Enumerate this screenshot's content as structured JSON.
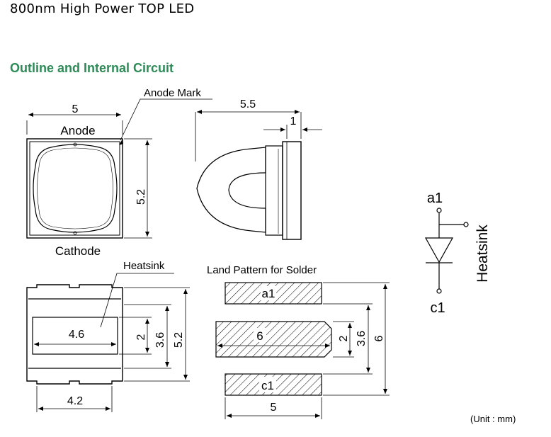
{
  "header": {
    "title": "800nm High Power TOP LED"
  },
  "section": {
    "title": "Outline and Internal Circuit"
  },
  "unit_note": "(Unit : mm)",
  "top_view": {
    "width_dim": "5",
    "height_dim": "5.2",
    "anode_label": "Anode",
    "cathode_label": "Cathode",
    "anode_mark_label": "Anode Mark"
  },
  "side_view": {
    "length_dim": "5.5",
    "thickness_dim": "1"
  },
  "bottom_view": {
    "heatsink_label": "Heatsink",
    "heatsink_width_dim": "4.6",
    "bottom_width_dim": "4.2",
    "dim_2": "2",
    "dim_3_6": "3.6",
    "dim_5_2": "5.2"
  },
  "land_pattern": {
    "title": "Land Pattern for Solder",
    "pad_a1": "a1",
    "pad_center_dim": "6",
    "pad_c1": "c1",
    "width_dim": "5",
    "dim_2": "2",
    "dim_3_6": "3.6",
    "dim_6": "6"
  },
  "circuit": {
    "anode": "a1",
    "cathode": "c1",
    "heatsink": "Heatsink"
  }
}
